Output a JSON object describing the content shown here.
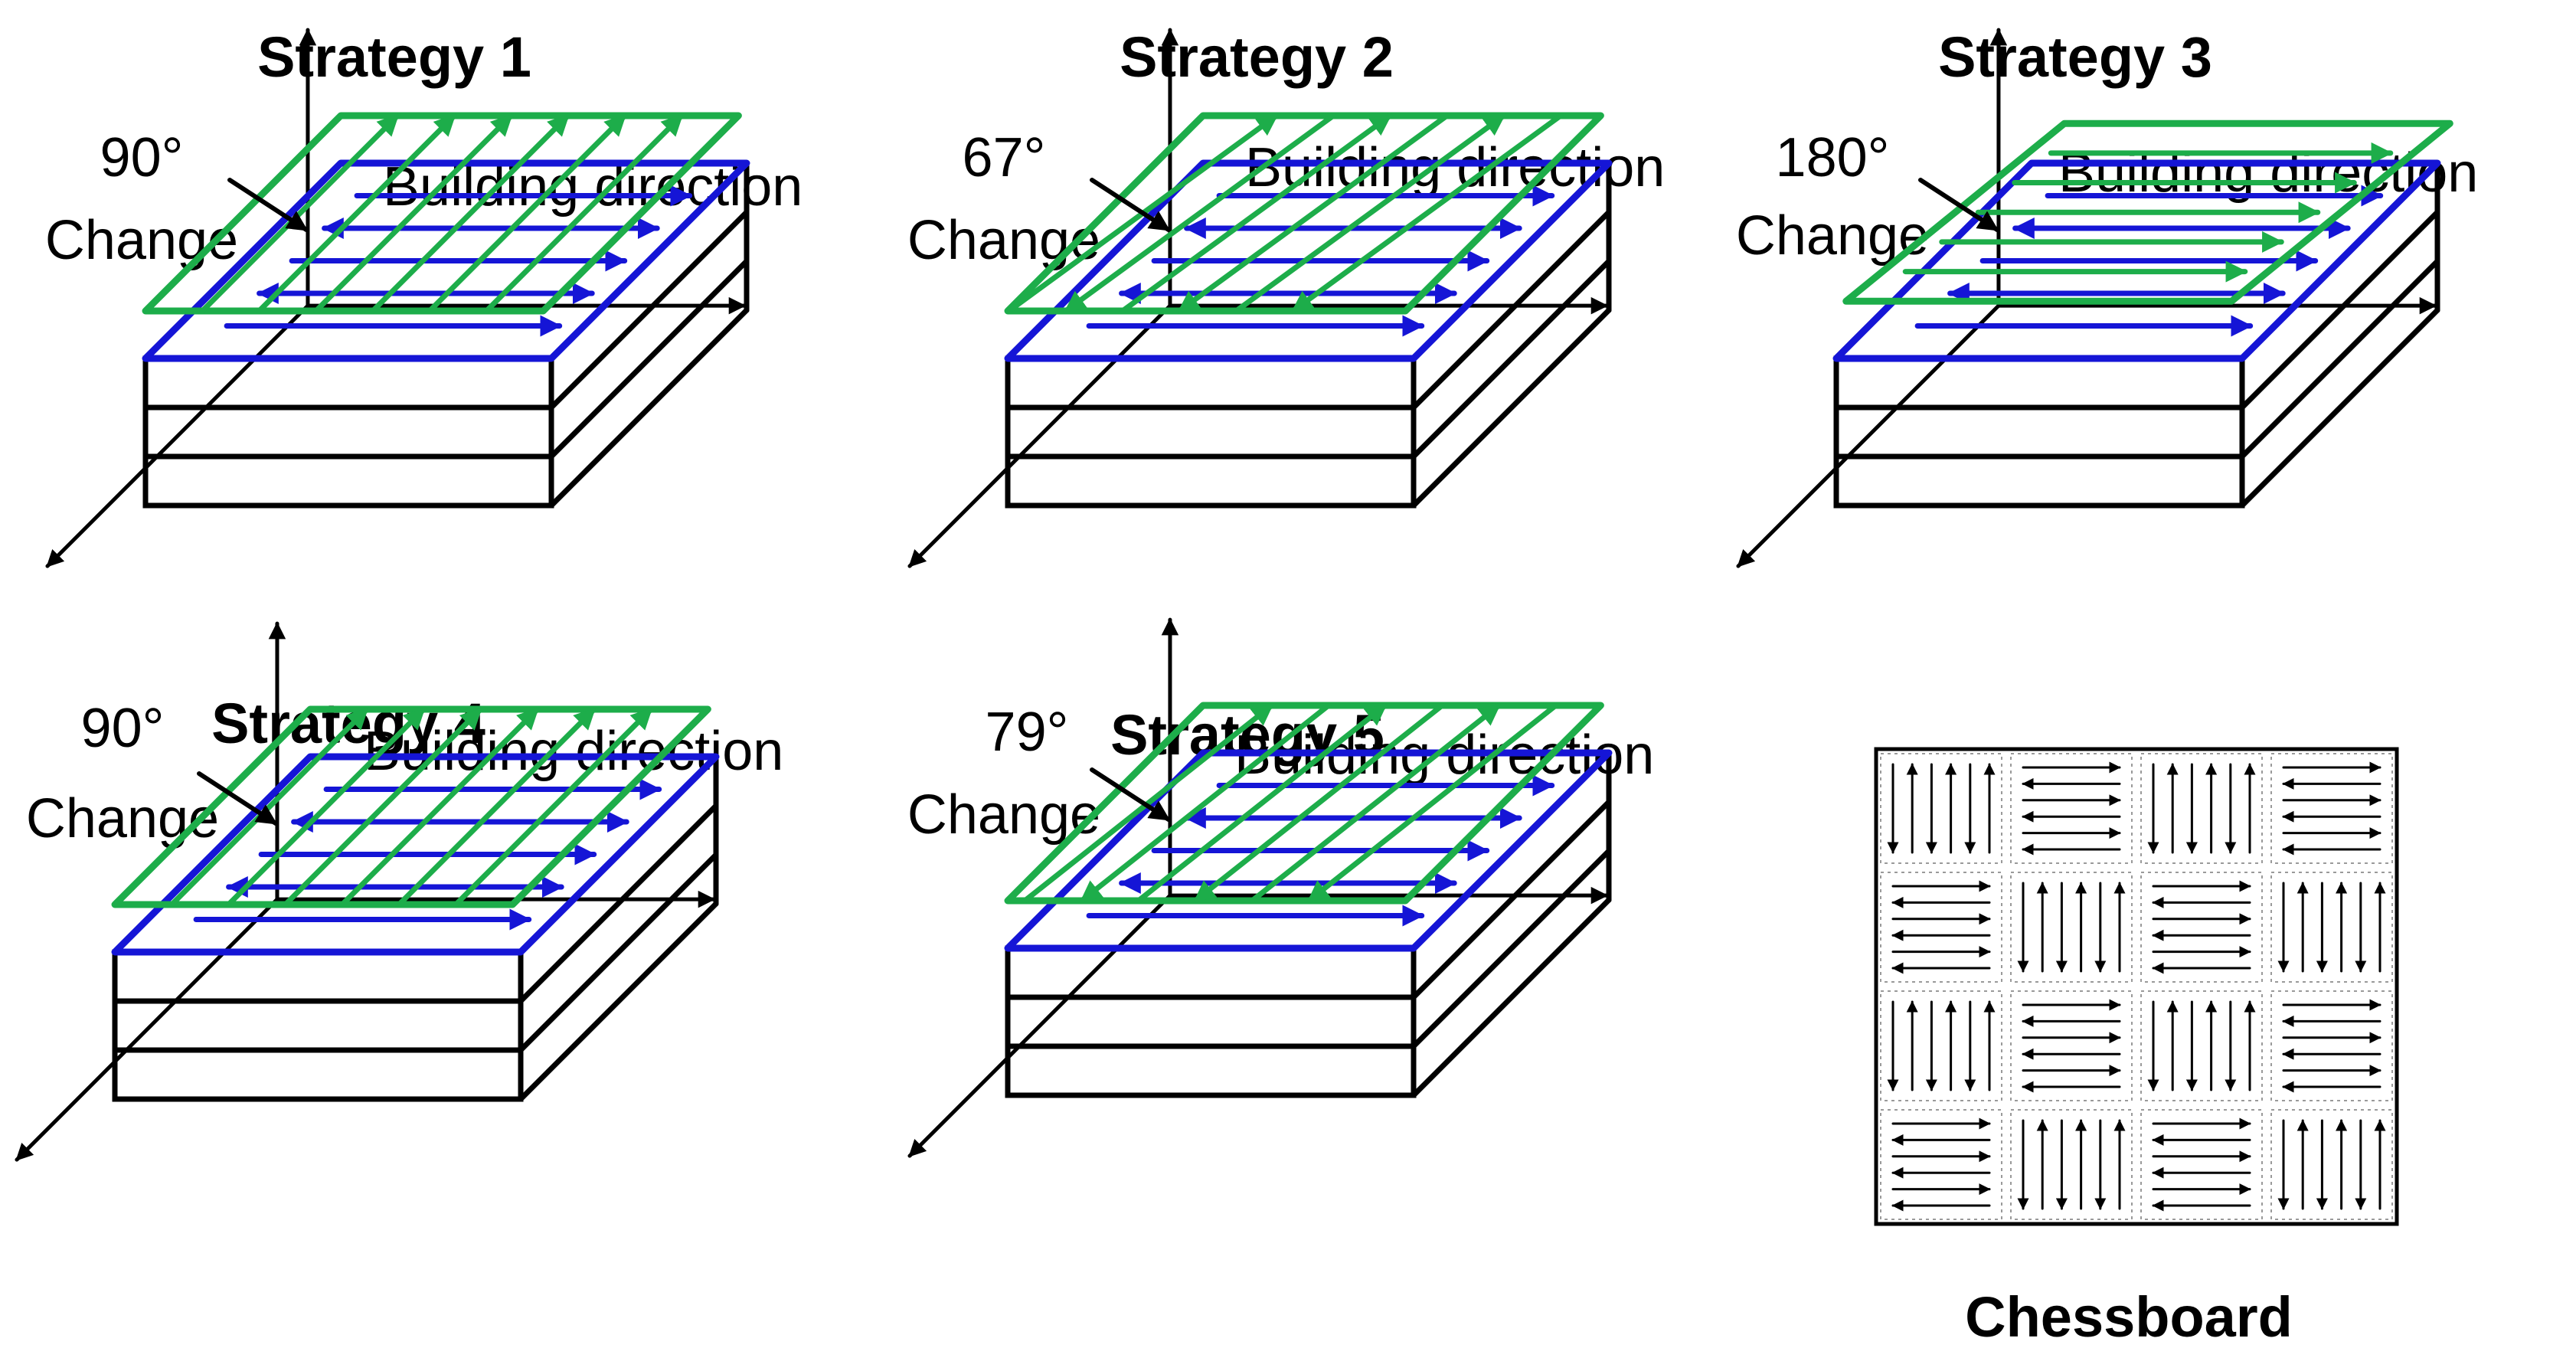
{
  "colors": {
    "current_layer": "#1dad4a",
    "previous_layer": "#1515d6",
    "outline": "#000000",
    "grid": "#9a9a9a"
  },
  "panels": [
    {
      "id": "strategy-1",
      "title": "Strategy 1",
      "angle": "90°",
      "change": "Change",
      "axis_label": "Building direction"
    },
    {
      "id": "strategy-2",
      "title": "Strategy 2",
      "angle": "67°",
      "change": "Change",
      "axis_label": "Building direction"
    },
    {
      "id": "strategy-3",
      "title": "Strategy 3",
      "angle": "180°",
      "change": "Change",
      "axis_label": "Building direction"
    },
    {
      "id": "strategy-4",
      "title": "Strategy 4",
      "angle": "90°",
      "change": "Change",
      "axis_label": "Building direction"
    },
    {
      "id": "strategy-5",
      "title": "Strategy 5",
      "angle": "79°",
      "change": "Change",
      "axis_label": "Building direction"
    }
  ],
  "chessboard": {
    "title": "Chessboard",
    "rows": 4,
    "cols": 4,
    "cell_pattern": [
      [
        "vertical",
        "horizontal",
        "vertical",
        "horizontal"
      ],
      [
        "horizontal",
        "vertical",
        "horizontal",
        "vertical"
      ],
      [
        "vertical",
        "horizontal",
        "vertical",
        "horizontal"
      ],
      [
        "horizontal",
        "vertical",
        "horizontal",
        "vertical"
      ]
    ]
  }
}
